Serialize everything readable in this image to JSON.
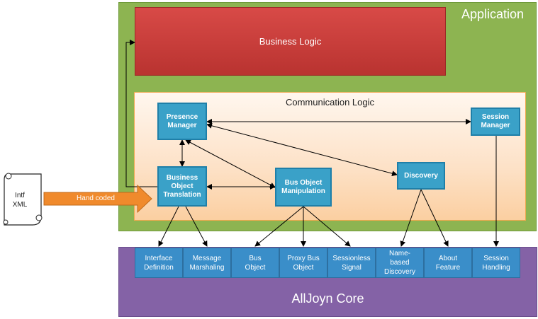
{
  "application": {
    "title": "Application"
  },
  "business_logic": {
    "label": "Business Logic"
  },
  "communication_logic": {
    "title": "Communication Logic",
    "nodes": {
      "presence_manager": "Presence\nManager",
      "session_manager": "Session\nManager",
      "business_object_translation": "Business\nObject\nTranslation",
      "bus_object_manipulation": "Bus Object\nManipulation",
      "discovery": "Discovery"
    }
  },
  "intf_xml": {
    "label": "Intf\nXML"
  },
  "hand_coded": {
    "label": "Hand coded"
  },
  "alljoyn_core": {
    "title": "AllJoyn Core",
    "components": [
      "Interface\nDefinition",
      "Message\nMarshaling",
      "Bus\nObject",
      "Proxy Bus\nObject",
      "Sessionless\nSignal",
      "Name-\nbased\nDiscovery",
      "About\nFeature",
      "Session\nHandling"
    ]
  },
  "colors": {
    "application": "#8db451",
    "business_logic": "#c93c39",
    "communication_logic": "#fde1c6",
    "node": "#3aa1c8",
    "core": "#8462a6",
    "arrow": "#f08a2c"
  }
}
